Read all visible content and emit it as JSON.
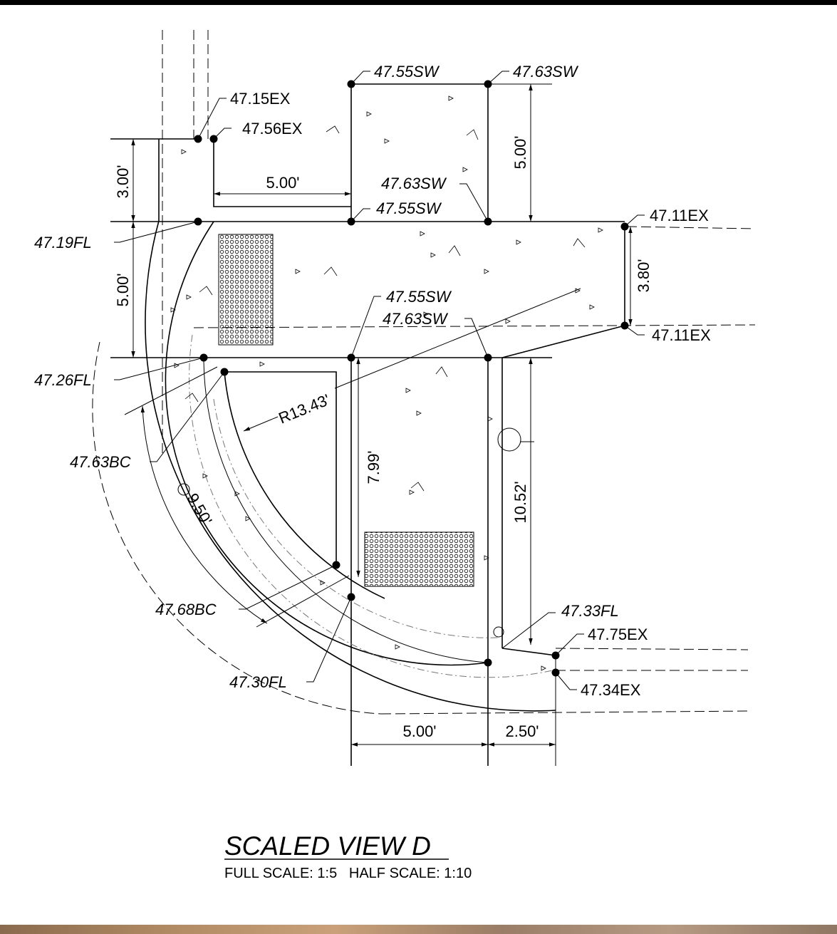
{
  "elevations": {
    "e1": "47.55SW",
    "e2": "47.63SW",
    "e3": "47.15EX",
    "e4": "47.56EX",
    "e5": "47.63SW",
    "e6": "47.55SW",
    "e7": "47.11EX",
    "e8": "47.19FL",
    "e9": "47.55SW",
    "e10": "47.63SW",
    "e11": "47.11EX",
    "e12": "47.26FL",
    "e13": "47.63BC",
    "e14": "47.68BC",
    "e15": "47.33FL",
    "e16": "47.75EX",
    "e17": "47.30FL",
    "e18": "47.34EX"
  },
  "dimensions": {
    "d1": "3.00'",
    "d2": "5.00'",
    "d3": "5.00'",
    "d4": "5.00'",
    "d5": "3.80'",
    "d6": "R13.43'",
    "d7": "7.99'",
    "d8": "10.52'",
    "d9": "9.50'",
    "d10": "5.00'",
    "d11": "2.50'"
  },
  "title": "SCALED VIEW D",
  "scale": "FULL SCALE: 1:5   HALF SCALE: 1:10"
}
